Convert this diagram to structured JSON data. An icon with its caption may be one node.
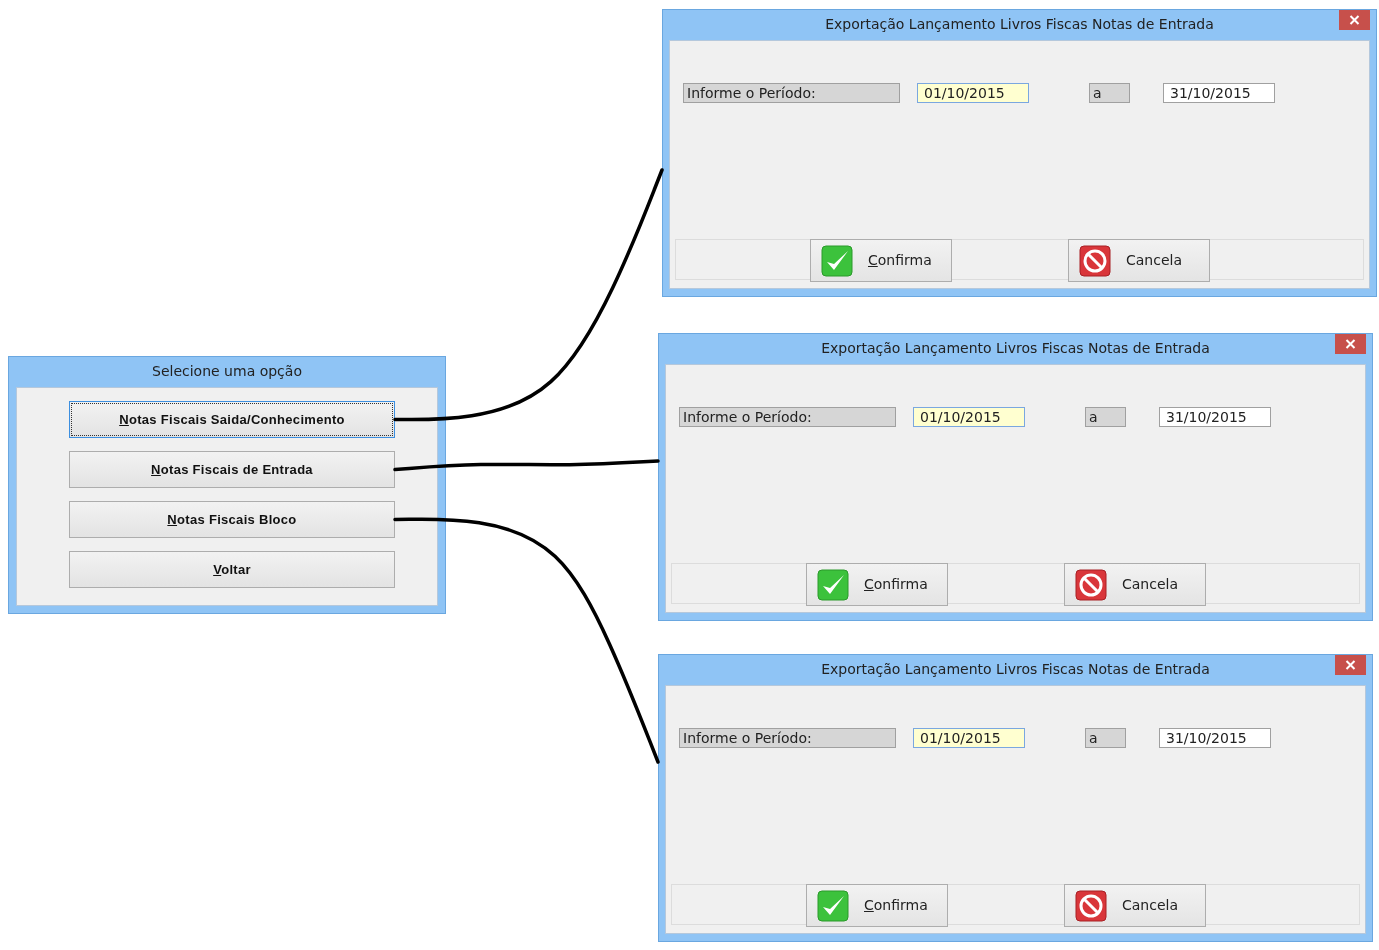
{
  "diagram": {
    "nodes": [
      {
        "text": [
          "Selecione uma opção"
        ]
      },
      {
        "text": [
          "Notas Fiscais Saida/Conhecimento"
        ],
        "in": 0
      },
      {
        "text": [
          "Notas Fiscais de Entrada"
        ],
        "in": 0
      },
      {
        "text": [
          "Notas Fiscais Bloco"
        ],
        "in": 0
      },
      {
        "text": [
          "Voltar"
        ],
        "in": 0
      },
      {
        "text": [
          "Exportação Lançamento Livros Fiscas Notas de Entrada"
        ]
      },
      {
        "text": [
          "Informe o Período:"
        ],
        "in": 5
      },
      {
        "text": [
          "01/10/2015"
        ],
        "in": 5
      },
      {
        "text": [
          "a"
        ],
        "in": 5
      },
      {
        "text": [
          "31/10/2015"
        ],
        "in": 5
      },
      {
        "text": [
          "Confirma"
        ],
        "in": 5
      },
      {
        "text": [
          "Cancela"
        ],
        "in": 5
      },
      {
        "text": [
          "Exportação Lançamento Livros Fiscas Notas de Entrada"
        ]
      },
      {
        "text": [
          "Informe o Período:"
        ],
        "in": 12
      },
      {
        "text": [
          "01/10/2015"
        ],
        "in": 12
      },
      {
        "text": [
          "a"
        ],
        "in": 12
      },
      {
        "text": [
          "31/10/2015"
        ],
        "in": 12
      },
      {
        "text": [
          "Confirma"
        ],
        "in": 12
      },
      {
        "text": [
          "Cancela"
        ],
        "in": 12
      },
      {
        "text": [
          "Exportação Lançamento Livros Fiscas Notas de Entrada"
        ]
      },
      {
        "text": [
          "Informe o Período:"
        ],
        "in": 19
      },
      {
        "text": [
          "01/10/2015"
        ],
        "in": 19
      },
      {
        "text": [
          "a"
        ],
        "in": 19
      },
      {
        "text": [
          "31/10/2015"
        ],
        "in": 19
      },
      {
        "text": [
          "Confirma"
        ],
        "in": 19
      },
      {
        "text": [
          "Cancela"
        ],
        "in": 19
      }
    ],
    "edges": [
      {
        "from": 1,
        "to": 5,
        "arrow": "none"
      },
      {
        "from": 2,
        "to": 12,
        "arrow": "none"
      },
      {
        "from": 3,
        "to": 19,
        "arrow": "none"
      }
    ]
  }
}
